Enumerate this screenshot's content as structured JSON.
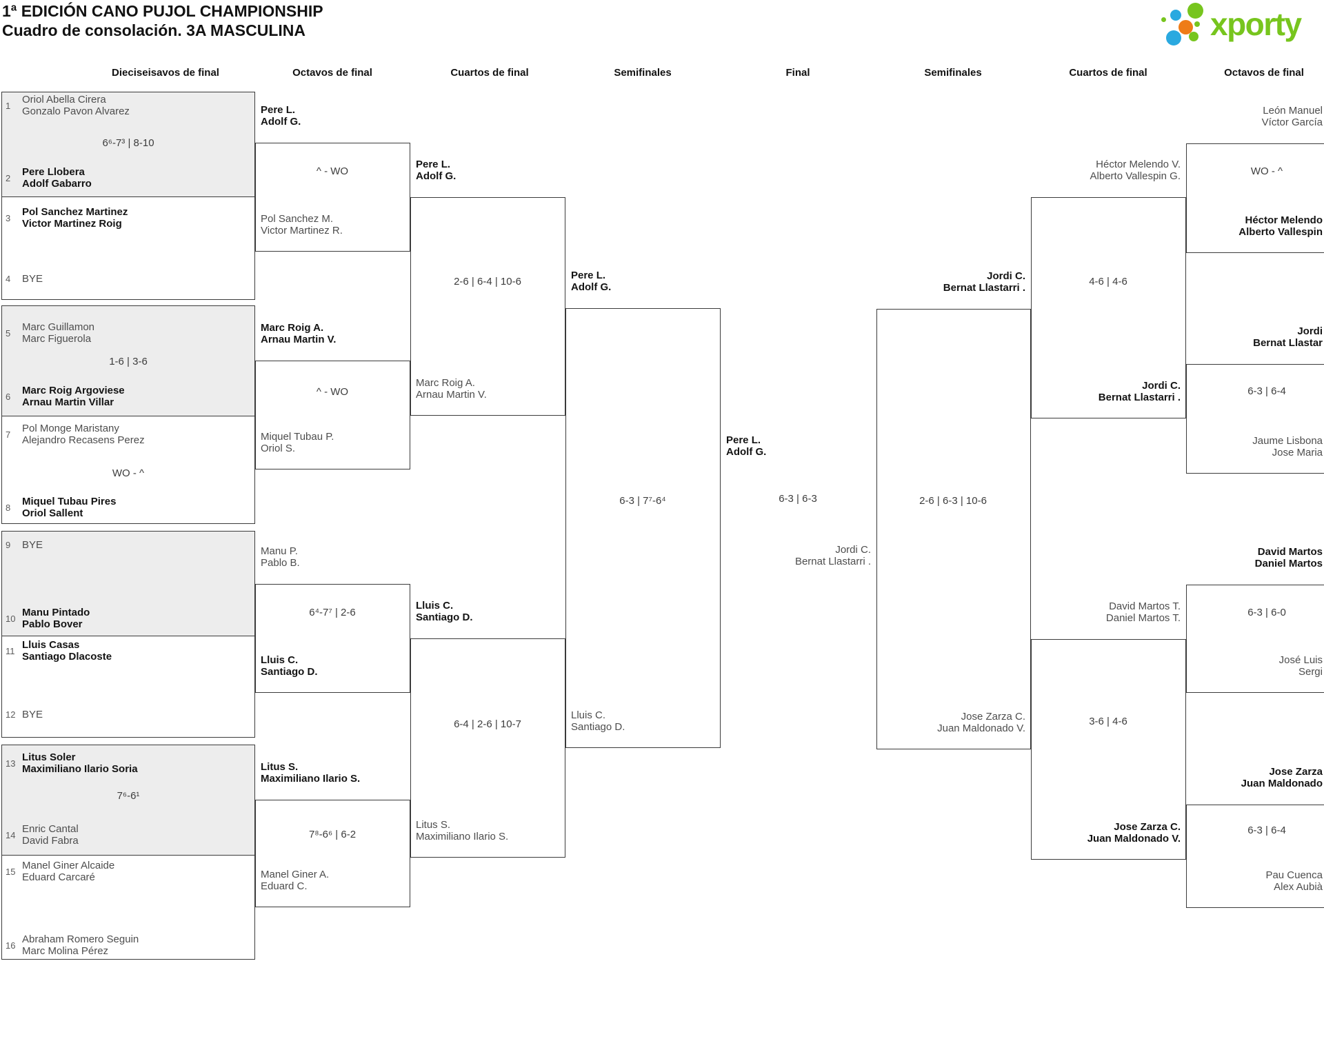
{
  "header": {
    "title1": "1ª EDICIÓN CANO PUJOL CHAMPIONSHIP",
    "title2": "Cuadro de consolación. 3A MASCULINA"
  },
  "logo": {
    "text": "xporty",
    "green": "#77c51e",
    "blue": "#2aa9e0",
    "orange": "#ee7c17"
  },
  "cols": [
    "Dieciseisavos de final",
    "Octavos de final",
    "Cuartos de final",
    "Semifinales",
    "Final",
    "Semifinales",
    "Cuartos de final",
    "Octavos de final"
  ],
  "r32": [
    {
      "s": "6⁶-7³ | 8-10",
      "t": [
        {
          "n": "1",
          "l1": "Oriol Abella Cirera",
          "l2": "Gonzalo Pavon Alvarez",
          "w": false
        },
        {
          "n": "2",
          "l1": "Pere Llobera",
          "l2": "Adolf Gabarro",
          "w": true
        }
      ]
    },
    {
      "s": "",
      "t": [
        {
          "n": "3",
          "l1": "Pol Sanchez Martinez",
          "l2": "Victor Martinez Roig",
          "w": true
        },
        {
          "n": "4",
          "l1": "BYE",
          "l2": "",
          "w": false
        }
      ]
    },
    {
      "s": "1-6 | 3-6",
      "t": [
        {
          "n": "5",
          "l1": "Marc Guillamon",
          "l2": "Marc Figuerola",
          "w": false
        },
        {
          "n": "6",
          "l1": "Marc Roig Argoviese",
          "l2": "Arnau Martin Villar",
          "w": true
        }
      ]
    },
    {
      "s": "WO - ^",
      "t": [
        {
          "n": "7",
          "l1": "Pol Monge Maristany",
          "l2": "Alejandro Recasens Perez",
          "w": false
        },
        {
          "n": "8",
          "l1": "Miquel Tubau Pires",
          "l2": "Oriol Sallent",
          "w": true
        }
      ]
    },
    {
      "s": "",
      "t": [
        {
          "n": "9",
          "l1": "BYE",
          "l2": "",
          "w": false
        },
        {
          "n": "10",
          "l1": "Manu Pintado",
          "l2": "Pablo Bover",
          "w": true
        }
      ]
    },
    {
      "s": "",
      "t": [
        {
          "n": "11",
          "l1": "Lluis Casas",
          "l2": "Santiago Dlacoste",
          "w": true
        },
        {
          "n": "12",
          "l1": "BYE",
          "l2": "",
          "w": false
        }
      ]
    },
    {
      "s": "7⁶-6¹",
      "t": [
        {
          "n": "13",
          "l1": "Litus Soler",
          "l2": "Maximiliano Ilario Soria",
          "w": true
        },
        {
          "n": "14",
          "l1": "Enric Cantal",
          "l2": "David Fabra",
          "w": false
        }
      ]
    },
    {
      "s": "",
      "t": [
        {
          "n": "15",
          "l1": "Manel Giner Alcaide",
          "l2": "Eduard Carcaré",
          "w": false
        },
        {
          "n": "16",
          "l1": "Abraham Romero Seguin",
          "l2": "Marc Molina Pérez",
          "w": false
        }
      ]
    }
  ],
  "l16": [
    {
      "s": "^ - WO",
      "top": {
        "l1": "Pere L.",
        "l2": "Adolf G.",
        "w": true
      },
      "bot": {
        "l1": "Pol Sanchez M.",
        "l2": "Victor Martinez R.",
        "w": false
      }
    },
    {
      "s": "^ - WO",
      "top": {
        "l1": "Marc Roig A.",
        "l2": "Arnau Martin V.",
        "w": true
      },
      "bot": {
        "l1": "Miquel Tubau P.",
        "l2": "Oriol S.",
        "w": false
      }
    },
    {
      "s": "6⁴-7⁷ | 2-6",
      "top": {
        "l1": "Manu P.",
        "l2": "Pablo B.",
        "w": false
      },
      "bot": {
        "l1": "Lluis C.",
        "l2": "Santiago D.",
        "w": true
      }
    },
    {
      "s": "7⁸-6⁶ | 6-2",
      "top": {
        "l1": "Litus S.",
        "l2": "Maximiliano Ilario S.",
        "w": true
      },
      "bot": {
        "l1": "Manel Giner A.",
        "l2": "Eduard C.",
        "w": false
      }
    }
  ],
  "lqf": [
    {
      "s": "2-6 | 6-4 | 10-6",
      "top": {
        "l1": "Pere L.",
        "l2": "Adolf G.",
        "w": true
      },
      "bot": {
        "l1": "Marc Roig A.",
        "l2": "Arnau Martin V.",
        "w": false
      }
    },
    {
      "s": "6-4 | 2-6 | 10-7",
      "top": {
        "l1": "Lluis C.",
        "l2": "Santiago D.",
        "w": true
      },
      "bot": {
        "l1": "Litus S.",
        "l2": "Maximiliano Ilario S.",
        "w": false
      }
    }
  ],
  "lsf": {
    "s": "6-3 | 7⁷-6⁴",
    "top": {
      "l1": "Pere L.",
      "l2": "Adolf G.",
      "w": true
    },
    "bot": {
      "l1": "Lluis C.",
      "l2": "Santiago D.",
      "w": false
    }
  },
  "final": {
    "s": "6-3 | 6-3",
    "top": {
      "l1": "Pere L.",
      "l2": "Adolf G.",
      "w": true
    },
    "bot": {
      "l1": "Jordi C.",
      "l2": "Bernat Llastarri .",
      "w": false
    }
  },
  "rsf": {
    "s": "2-6 | 6-3 | 10-6",
    "top": {
      "l1": "Jordi C.",
      "l2": "Bernat Llastarri .",
      "w": true
    },
    "bot": {
      "l1": "Jose Zarza C.",
      "l2": "Juan Maldonado V.",
      "w": false
    }
  },
  "rqf": [
    {
      "s": "4-6 | 4-6",
      "top": {
        "l1": "Héctor Melendo V.",
        "l2": "Alberto Vallespin G.",
        "w": false
      },
      "bot": {
        "l1": "Jordi C.",
        "l2": "Bernat Llastarri .",
        "w": true
      }
    },
    {
      "s": "3-6 | 4-6",
      "top": {
        "l1": "David Martos T.",
        "l2": "Daniel Martos T.",
        "w": false
      },
      "bot": {
        "l1": "Jose Zarza C.",
        "l2": "Juan Maldonado V.",
        "w": true
      }
    }
  ],
  "r16": [
    {
      "s": "WO - ^",
      "top": {
        "l1": "León Manuel",
        "l2": "Víctor García",
        "w": false
      },
      "bot": {
        "l1": "Héctor Melendo",
        "l2": "Alberto Vallespin",
        "w": true
      }
    },
    {
      "s": "6-3 | 6-4",
      "top": {
        "l1": "Jordi",
        "l2": "Bernat Llastar",
        "w": true
      },
      "bot": {
        "l1": "Jaume Lisbona",
        "l2": "Jose Maria",
        "w": false
      }
    },
    {
      "s": "6-3 | 6-0",
      "top": {
        "l1": "David Martos",
        "l2": "Daniel Martos",
        "w": true
      },
      "bot": {
        "l1": "José Luis",
        "l2": "Sergi",
        "w": false
      }
    },
    {
      "s": "6-3 | 6-4",
      "top": {
        "l1": "Jose Zarza",
        "l2": "Juan Maldonado",
        "w": true
      },
      "bot": {
        "l1": "Pau Cuenca",
        "l2": "Alex Aubià",
        "w": false
      }
    }
  ]
}
